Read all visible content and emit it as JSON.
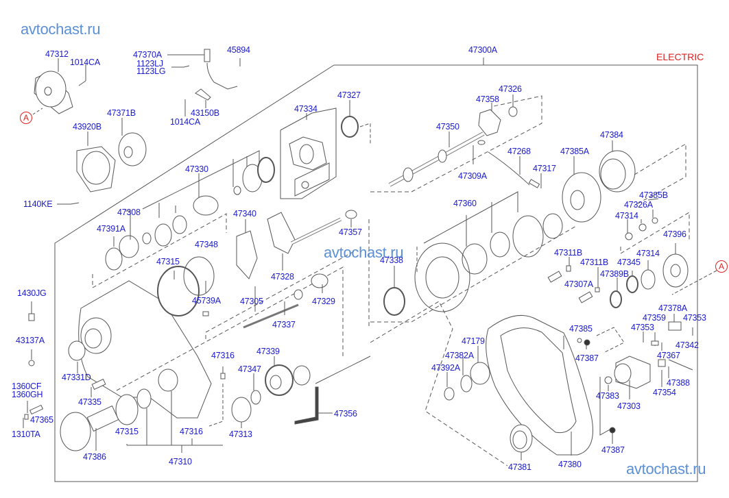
{
  "watermarks": [
    "avtochast.ru",
    "avtochast.ru",
    "avtochast.ru"
  ],
  "variant_label": "ELECTRIC",
  "reference_marks": [
    "A",
    "A"
  ],
  "assembly_label": "47300A",
  "colors": {
    "label": "#1a1acc",
    "watermark": "#5b8fd6",
    "variant": "#e02020",
    "line": "#555555"
  },
  "parts": {
    "p47312": "47312",
    "p1014CA_a": "1014CA",
    "p47370A": "47370A",
    "p1123LJ": "1123LJ",
    "p1123LG": "1123LG",
    "p45894": "45894",
    "p43150B": "43150B",
    "p1014CA_b": "1014CA",
    "p47371B": "47371B",
    "p43920B": "43920B",
    "p1140KE": "1140KE",
    "p47327": "47327",
    "p47334": "47334",
    "p47330": "47330",
    "p47308": "47308",
    "p47391A": "47391A",
    "p47340": "47340",
    "p47348": "47348",
    "p47315_a": "47315",
    "p47328": "47328",
    "p45739A": "45739A",
    "p47357": "47357",
    "p47305": "47305",
    "p47329": "47329",
    "p47337": "47337",
    "p1430JG": "1430JG",
    "p43137A": "43137A",
    "p47331D": "47331D",
    "p1360CF": "1360CF",
    "p1360GH": "1360GH",
    "p47335": "47335",
    "p47365": "47365",
    "p1310TA": "1310TA",
    "p47386": "47386",
    "p47315_b": "47315",
    "p47316_a": "47316",
    "p47316_b": "47316",
    "p47310": "47310",
    "p47339": "47339",
    "p47347": "47347",
    "p47313": "47313",
    "p47356": "47356",
    "p47326": "47326",
    "p47358": "47358",
    "p47350": "47350",
    "p47309A": "47309A",
    "p47268": "47268",
    "p47317": "47317",
    "p47385A": "47385A",
    "p47384": "47384",
    "p47385B": "47385B",
    "p47326A": "47326A",
    "p47314_a": "47314",
    "p47396": "47396",
    "p47360": "47360",
    "p47338": "47338",
    "p47311B_a": "47311B",
    "p47311B_b": "47311B",
    "p47307A": "47307A",
    "p47389B": "47389B",
    "p47345": "47345",
    "p47314_b": "47314",
    "p47378A": "47378A",
    "p47359": "47359",
    "p47353_a": "47353",
    "p47353_b": "47353",
    "p47342": "47342",
    "p47367": "47367",
    "p47388": "47388",
    "p47354": "47354",
    "p47383": "47383",
    "p47303": "47303",
    "p47385": "47385",
    "p47387_a": "47387",
    "p47387_b": "47387",
    "p47179": "47179",
    "p47382A": "47382A",
    "p47392A": "47392A",
    "p47381": "47381",
    "p47380": "47380"
  }
}
